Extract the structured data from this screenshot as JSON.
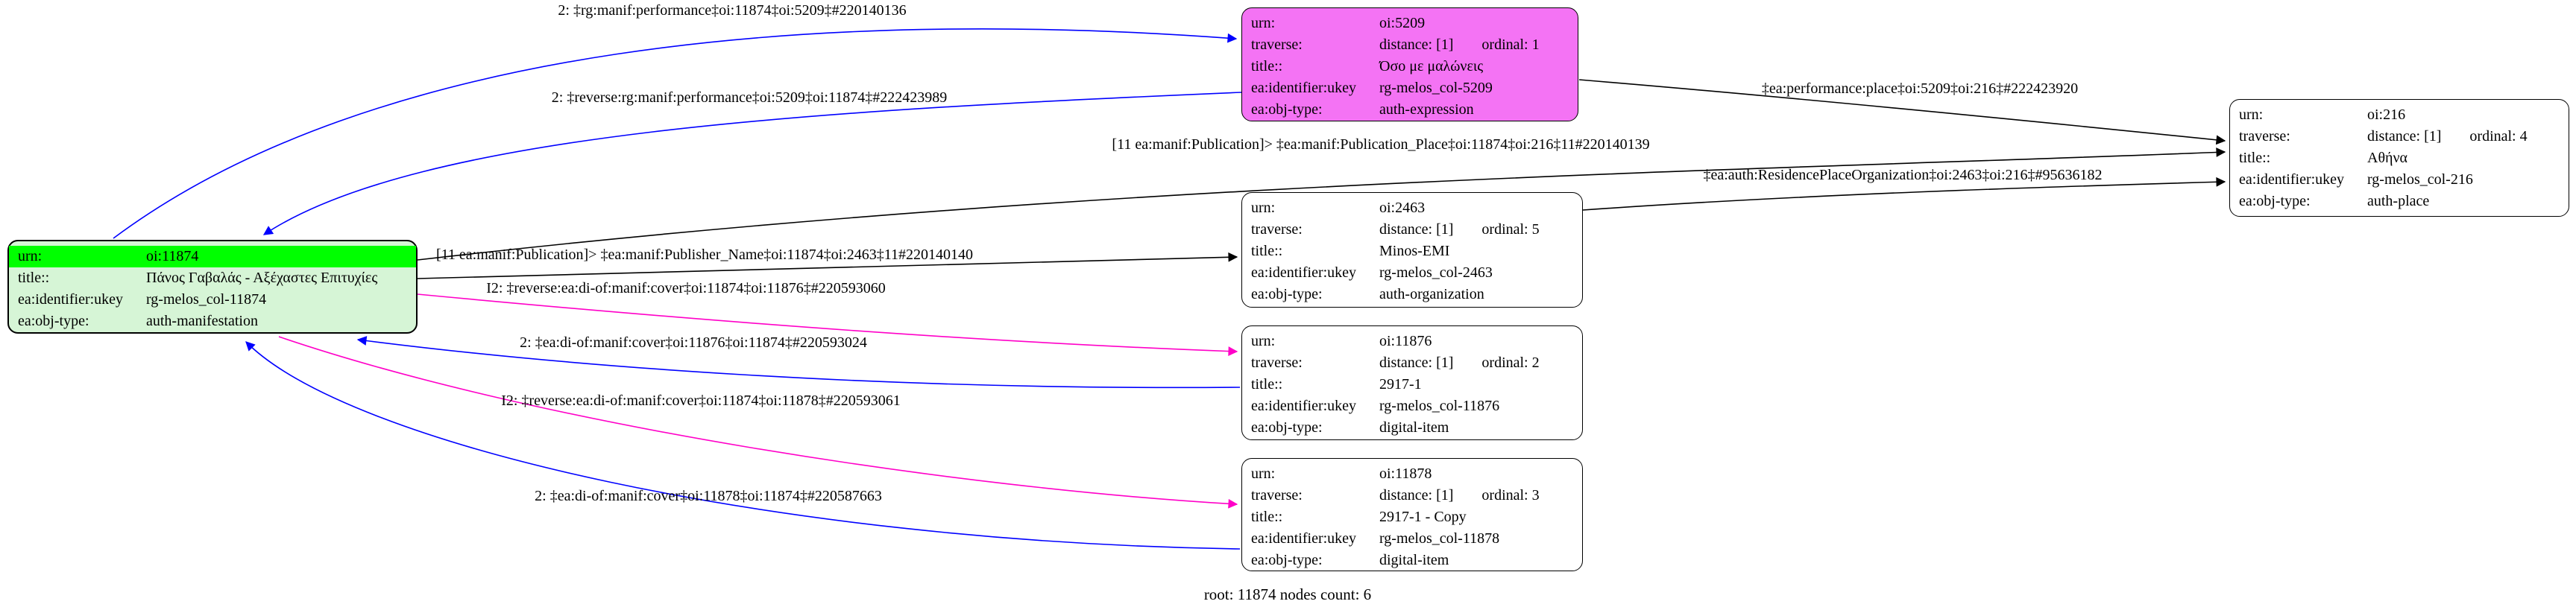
{
  "graph": {
    "caption": "root: 11874 nodes count: 6",
    "palette": {
      "root_fill": "#d6f5d6",
      "root_highlight": "#00ff00",
      "expression_fill": "#f473f4",
      "plain_fill": "#ffffff",
      "edge_blue": "#0000ff",
      "edge_magenta": "#ff00c8",
      "edge_black": "#000000"
    },
    "nodes": [
      {
        "type": "auth-manifestation",
        "rows": [
          {
            "key": "urn:",
            "value": "oi:11874",
            "highlight": true
          },
          {
            "key": "title::",
            "value": "Πάνος Γαβαλάς - Αξέχαστες Επιτυχίες"
          },
          {
            "key": "ea:identifier:ukey",
            "value": "rg-melos_col-11874"
          },
          {
            "key": "ea:obj-type:",
            "value": "auth-manifestation"
          }
        ]
      },
      {
        "type": "auth-expression",
        "rows": [
          {
            "key": "urn:",
            "value": "oi:5209"
          },
          {
            "key": "traverse:",
            "value": "distance: [1]",
            "value2": "ordinal: 1"
          },
          {
            "key": "title::",
            "value": "Όσο με μαλώνεις"
          },
          {
            "key": "ea:identifier:ukey",
            "value": "rg-melos_col-5209"
          },
          {
            "key": "ea:obj-type:",
            "value": "auth-expression"
          }
        ]
      },
      {
        "type": "auth-place",
        "rows": [
          {
            "key": "urn:",
            "value": "oi:216"
          },
          {
            "key": "traverse:",
            "value": "distance: [1]",
            "value2": "ordinal: 4"
          },
          {
            "key": "title::",
            "value": "Αθήνα"
          },
          {
            "key": "ea:identifier:ukey",
            "value": "rg-melos_col-216"
          },
          {
            "key": "ea:obj-type:",
            "value": "auth-place"
          }
        ]
      },
      {
        "type": "auth-organization",
        "rows": [
          {
            "key": "urn:",
            "value": "oi:2463"
          },
          {
            "key": "traverse:",
            "value": "distance: [1]",
            "value2": "ordinal: 5"
          },
          {
            "key": "title::",
            "value": "Minos-EMI"
          },
          {
            "key": "ea:identifier:ukey",
            "value": "rg-melos_col-2463"
          },
          {
            "key": "ea:obj-type:",
            "value": "auth-organization"
          }
        ]
      },
      {
        "type": "digital-item",
        "rows": [
          {
            "key": "urn:",
            "value": "oi:11876"
          },
          {
            "key": "traverse:",
            "value": "distance: [1]",
            "value2": "ordinal: 2"
          },
          {
            "key": "title::",
            "value": "2917-1"
          },
          {
            "key": "ea:identifier:ukey",
            "value": "rg-melos_col-11876"
          },
          {
            "key": "ea:obj-type:",
            "value": "digital-item"
          }
        ]
      },
      {
        "type": "digital-item",
        "rows": [
          {
            "key": "urn:",
            "value": "oi:11878"
          },
          {
            "key": "traverse:",
            "value": "distance: [1]",
            "value2": "ordinal: 3"
          },
          {
            "key": "title::",
            "value": "2917-1 - Copy"
          },
          {
            "key": "ea:identifier:ukey",
            "value": "rg-melos_col-11878"
          },
          {
            "key": "ea:obj-type:",
            "value": "digital-item"
          }
        ]
      }
    ],
    "edges": [
      {
        "label": "2: ‡rg:manif:performance‡oi:11874‡oi:5209‡#220140136",
        "color": "#0000ff"
      },
      {
        "label": "2: ‡reverse:rg:manif:performance‡oi:5209‡oi:11874‡#222423989",
        "color": "#0000ff"
      },
      {
        "label": "[11 ea:manif:Publication]> ‡ea:manif:Publication_Place‡oi:11874‡oi:216‡11#220140139",
        "color": "#000000"
      },
      {
        "label": "‡ea:performance:place‡oi:5209‡oi:216‡#222423920",
        "color": "#000000"
      },
      {
        "label": "‡ea:auth:ResidencePlaceOrganization‡oi:2463‡oi:216‡#95636182",
        "color": "#000000"
      },
      {
        "label": "[11 ea:manif:Publication]> ‡ea:manif:Publisher_Name‡oi:11874‡oi:2463‡11#220140140",
        "color": "#000000"
      },
      {
        "label": "I2: ‡reverse:ea:di-of:manif:cover‡oi:11874‡oi:11876‡#220593060",
        "color": "#ff00c8"
      },
      {
        "label": "2: ‡ea:di-of:manif:cover‡oi:11876‡oi:11874‡#220593024",
        "color": "#0000ff"
      },
      {
        "label": "I2: ‡reverse:ea:di-of:manif:cover‡oi:11874‡oi:11878‡#220593061",
        "color": "#ff00c8"
      },
      {
        "label": "2: ‡ea:di-of:manif:cover‡oi:11878‡oi:11874‡#220587663",
        "color": "#0000ff"
      }
    ]
  }
}
